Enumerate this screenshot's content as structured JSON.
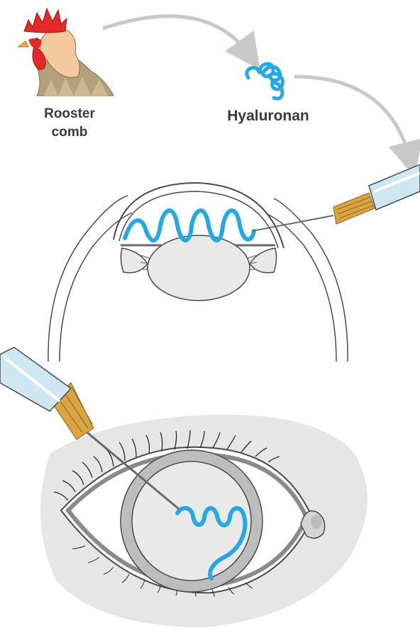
{
  "labels": {
    "source_line1": "Rooster",
    "source_line2": "comb",
    "molecule": "Hyaluronan"
  },
  "colors": {
    "hyaluronan": "#29a8e0",
    "eye_outline": "#4a4a4a",
    "eye_fill": "#e9e9e9",
    "skin": "#e6e6e6",
    "syringe_barrel": "#cfe7f2",
    "needle_hub": "#d9a441",
    "comb_red": "#e22a28",
    "head_tan": "#f3c9a0"
  },
  "icons": {
    "rooster": "rooster-head-icon",
    "molecule": "hyaluronan-coil-icon",
    "syringe": "syringe-icon",
    "eye_cross_section": "eye-cross-section-icon",
    "eye_front": "eye-front-view-icon"
  }
}
